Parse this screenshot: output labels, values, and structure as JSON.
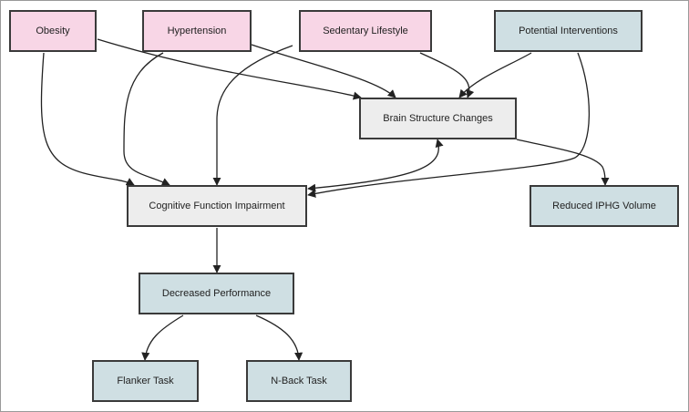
{
  "colors": {
    "risk_fill": "#f8d6e6",
    "outcome_fill": "#cfdfe3",
    "central_fill": "#ededed",
    "edge": "#222222"
  },
  "nodes": {
    "obesity": {
      "label": "Obesity"
    },
    "hypertension": {
      "label": "Hypertension"
    },
    "sedentary": {
      "label": "Sedentary Lifestyle"
    },
    "interventions": {
      "label": "Potential Interventions"
    },
    "brain": {
      "label": "Brain Structure Changes"
    },
    "cognitive": {
      "label": "Cognitive Function Impairment"
    },
    "ipgh": {
      "label": "Reduced IPHG Volume"
    },
    "performance": {
      "label": "Decreased Performance"
    },
    "flanker": {
      "label": "Flanker Task"
    },
    "nback": {
      "label": "N-Back Task"
    }
  },
  "edges": [
    {
      "from": "obesity",
      "to": "brain"
    },
    {
      "from": "obesity",
      "to": "cognitive"
    },
    {
      "from": "hypertension",
      "to": "brain"
    },
    {
      "from": "hypertension",
      "to": "cognitive"
    },
    {
      "from": "sedentary",
      "to": "brain"
    },
    {
      "from": "sedentary",
      "to": "cognitive"
    },
    {
      "from": "interventions",
      "to": "brain"
    },
    {
      "from": "interventions",
      "to": "cognitive"
    },
    {
      "from": "brain",
      "to": "cognitive",
      "bidirectional": true
    },
    {
      "from": "brain",
      "to": "ipgh"
    },
    {
      "from": "cognitive",
      "to": "performance"
    },
    {
      "from": "performance",
      "to": "flanker"
    },
    {
      "from": "performance",
      "to": "nback"
    }
  ]
}
